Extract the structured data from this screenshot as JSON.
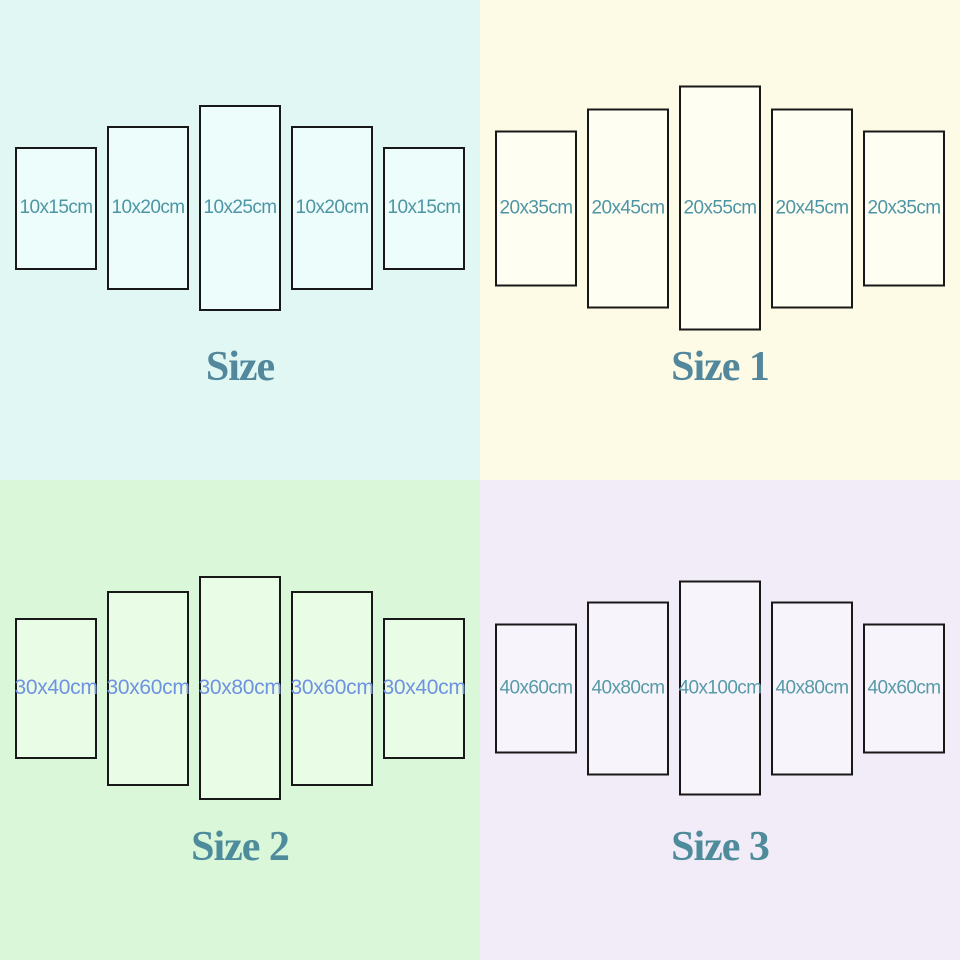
{
  "quadrants": [
    {
      "title": "Size",
      "panels": [
        "10x15cm",
        "10x20cm",
        "10x25cm",
        "10x20cm",
        "10x15cm"
      ],
      "colors": {
        "background": "#e0f7f4",
        "panel_fill": "#ecfdfb",
        "label": "#4e95a5",
        "title": "#52879c"
      }
    },
    {
      "title": "Size 1",
      "panels": [
        "20x35cm",
        "20x45cm",
        "20x55cm",
        "20x45cm",
        "20x35cm"
      ],
      "colors": {
        "background": "#fdfbe6",
        "panel_fill": "#fffef2",
        "label": "#4e95a5",
        "title": "#52879c"
      }
    },
    {
      "title": "Size 2",
      "panels": [
        "30x40cm",
        "30x60cm",
        "30x80cm",
        "30x60cm",
        "30x40cm"
      ],
      "colors": {
        "background": "#dbf7d9",
        "panel_fill": "#e9fce6",
        "label": "#6e92e2",
        "title": "#4e8b9b"
      }
    },
    {
      "title": "Size 3",
      "panels": [
        "40x60cm",
        "40x80cm",
        "40x100cm",
        "40x80cm",
        "40x60cm"
      ],
      "colors": {
        "background": "#f2ecf8",
        "panel_fill": "#f8f4fb",
        "label": "#579aa8",
        "title": "#4e8b9b"
      }
    }
  ]
}
